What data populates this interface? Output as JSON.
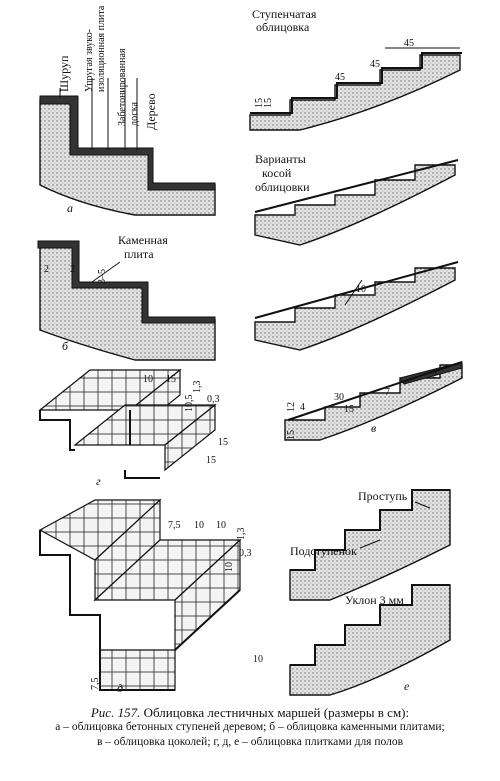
{
  "labels": {
    "a": {
      "screw": "Шуруп",
      "elastic_slab_1": "Упругая звуко-",
      "elastic_slab_2": "изоляционная плита",
      "tarred_board_1": "Забетонированная",
      "tarred_board_2": "доска",
      "wood": "Дерево"
    },
    "b": {
      "stone_slab_1": "Каменная",
      "stone_slab_2": "плита",
      "dim1": "2",
      "dim2": "2",
      "dim3": "3–5"
    },
    "step_cladding": {
      "title_1": "Ступенчатая",
      "title_2": "облицовка",
      "dims": [
        "45",
        "45",
        "45"
      ],
      "dim_v1": "15",
      "dim_v2": "15"
    },
    "oblique": {
      "title_1": "Варианты",
      "title_2": "косой",
      "title_3": "облицовки",
      "dim": "10"
    },
    "v": {
      "dims": [
        "2",
        "7",
        "30",
        "15",
        "12",
        "4",
        "15"
      ]
    },
    "g": {
      "dims": [
        "10",
        "15",
        "1,3",
        "0,3",
        "10,5",
        "15",
        "15"
      ]
    },
    "d": {
      "dims": [
        "7,5",
        "10",
        "10",
        "1,3",
        "10",
        "0,3",
        "10",
        "7,5"
      ]
    },
    "e": {
      "tread": "Проступь",
      "riser": "Подступенок",
      "slope": "Уклон 3 мм"
    },
    "subfig": {
      "a": "а",
      "b": "б",
      "v": "в",
      "g": "г",
      "d": "д",
      "e": "е"
    }
  },
  "caption": {
    "prefix": "Рис. 157.",
    "title": "Облицовка лестничных маршей (размеры в см):",
    "line2": "а – облицовка бетонных ступеней деревом; б – облицовка каменными плитами;",
    "line3": "в – облицовка цоколей; г, д, е – облицовка плитками для полов"
  }
}
